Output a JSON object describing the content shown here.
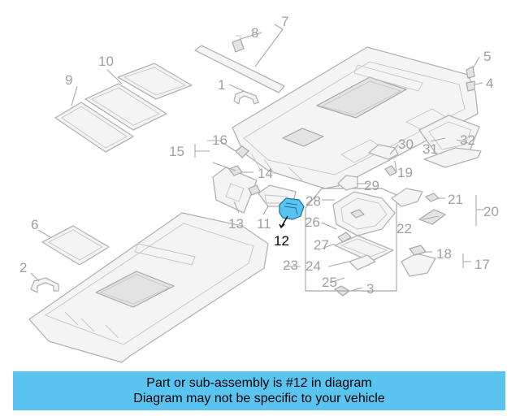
{
  "diagram": {
    "callouts": [
      "1",
      "2",
      "3",
      "4",
      "5",
      "6",
      "7",
      "8",
      "9",
      "10",
      "11",
      "12",
      "13",
      "14",
      "15",
      "16",
      "17",
      "18",
      "19",
      "20",
      "21",
      "22",
      "23",
      "24",
      "25",
      "26",
      "27",
      "28",
      "29",
      "30",
      "31",
      "32"
    ],
    "highlighted_part": "12",
    "highlight_color": "#5ac4f1"
  },
  "banner": {
    "line1": "Part or sub-assembly is #12 in diagram",
    "line2": "Diagram may not be specific to your vehicle",
    "background": "#5ac4f1"
  }
}
